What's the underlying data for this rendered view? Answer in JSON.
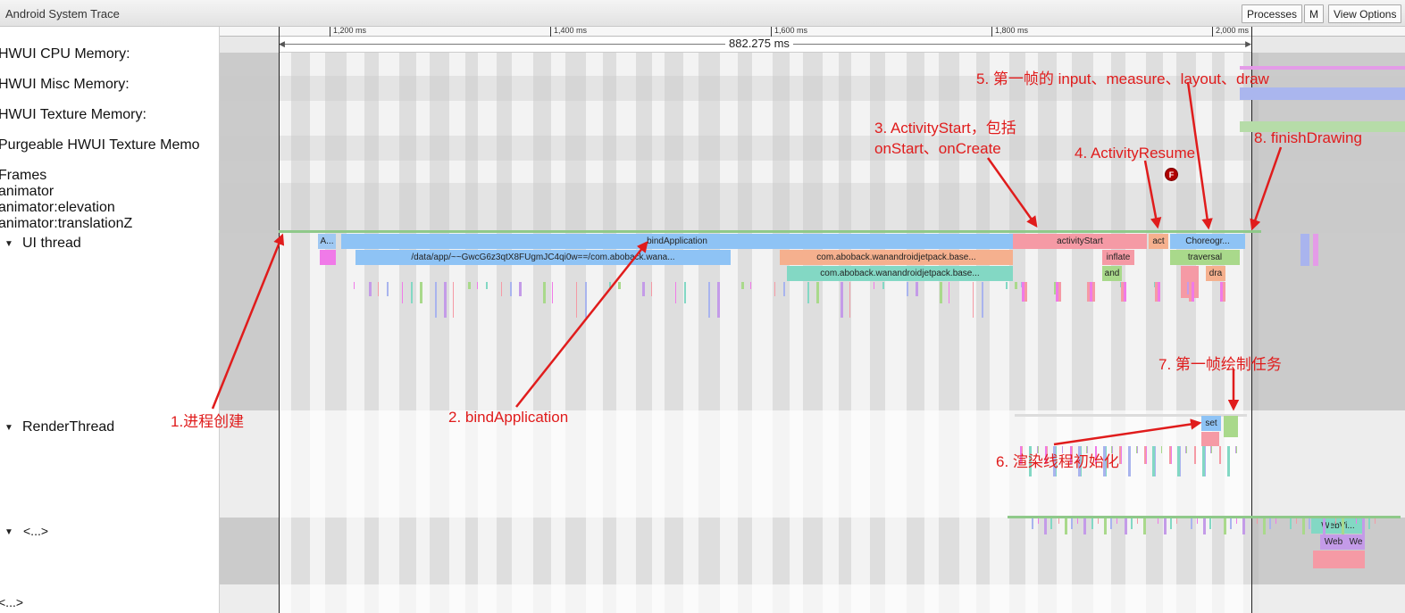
{
  "window": {
    "title": "Android System Trace",
    "buttons": {
      "processes": "Processes",
      "m": "M",
      "view_options": "View Options"
    }
  },
  "ruler": {
    "ticks": [
      "1,200 ms",
      "1,400 ms",
      "1,600 ms",
      "1,800 ms",
      "2,000 ms"
    ],
    "selection_duration": "882.275 ms"
  },
  "tracks": {
    "hwui_cpu": "HWUI CPU Memory:",
    "hwui_misc": "HWUI Misc Memory:",
    "hwui_texture": "HWUI Texture Memory:",
    "purgeable": "Purgeable HWUI Texture Memo",
    "frames": "Frames",
    "animator": "animator",
    "animator_elevation": "animator:elevation",
    "animator_translationz": "animator:translationZ",
    "ui_thread": "UI thread",
    "render_thread": "RenderThread",
    "unnamed_1": "<...>",
    "unnamed_2": "<...>"
  },
  "slices": {
    "a": "A...",
    "bind_application": "bindApplication",
    "data_app": "/data/app/~~GwcG6z3qtX8FUgmJC4qi0w==/com.aboback.wana...",
    "pkg_1": "com.aboback.wanandroidjetpack.base...",
    "pkg_2": "com.aboback.wanandroidjetpack.base...",
    "activity_start": "activityStart",
    "inflate": "inflate",
    "and": "and",
    "act": "act",
    "choreographer": "Choreogr...",
    "traversal": "traversal",
    "draw": "dra",
    "set": "set",
    "webview_1": "WebVi...",
    "webview_2": "Web",
    "webview_3": "We"
  },
  "annotations": {
    "step1": "1.进程创建",
    "step2": "2. bindApplication",
    "step3": "3. ActivityStart，包括\nonStart、onCreate",
    "step4": "4. ActivityResume",
    "step5": "5. 第一帧的 input、measure、layout、draw",
    "step6": "6. 渲染线程初始化",
    "step7": "7. 第一帧绘制任务",
    "step8": "8. finishDrawing",
    "flag": "F"
  },
  "colors": {
    "annotation_red": "#e01c1c",
    "slice_blue": "#8ec3f5",
    "slice_pink": "#f59aa5",
    "slice_salmon": "#f5b08e",
    "slice_teal": "#83d8c4",
    "slice_green": "#a9d98b",
    "slice_magenta": "#f07ae8"
  }
}
